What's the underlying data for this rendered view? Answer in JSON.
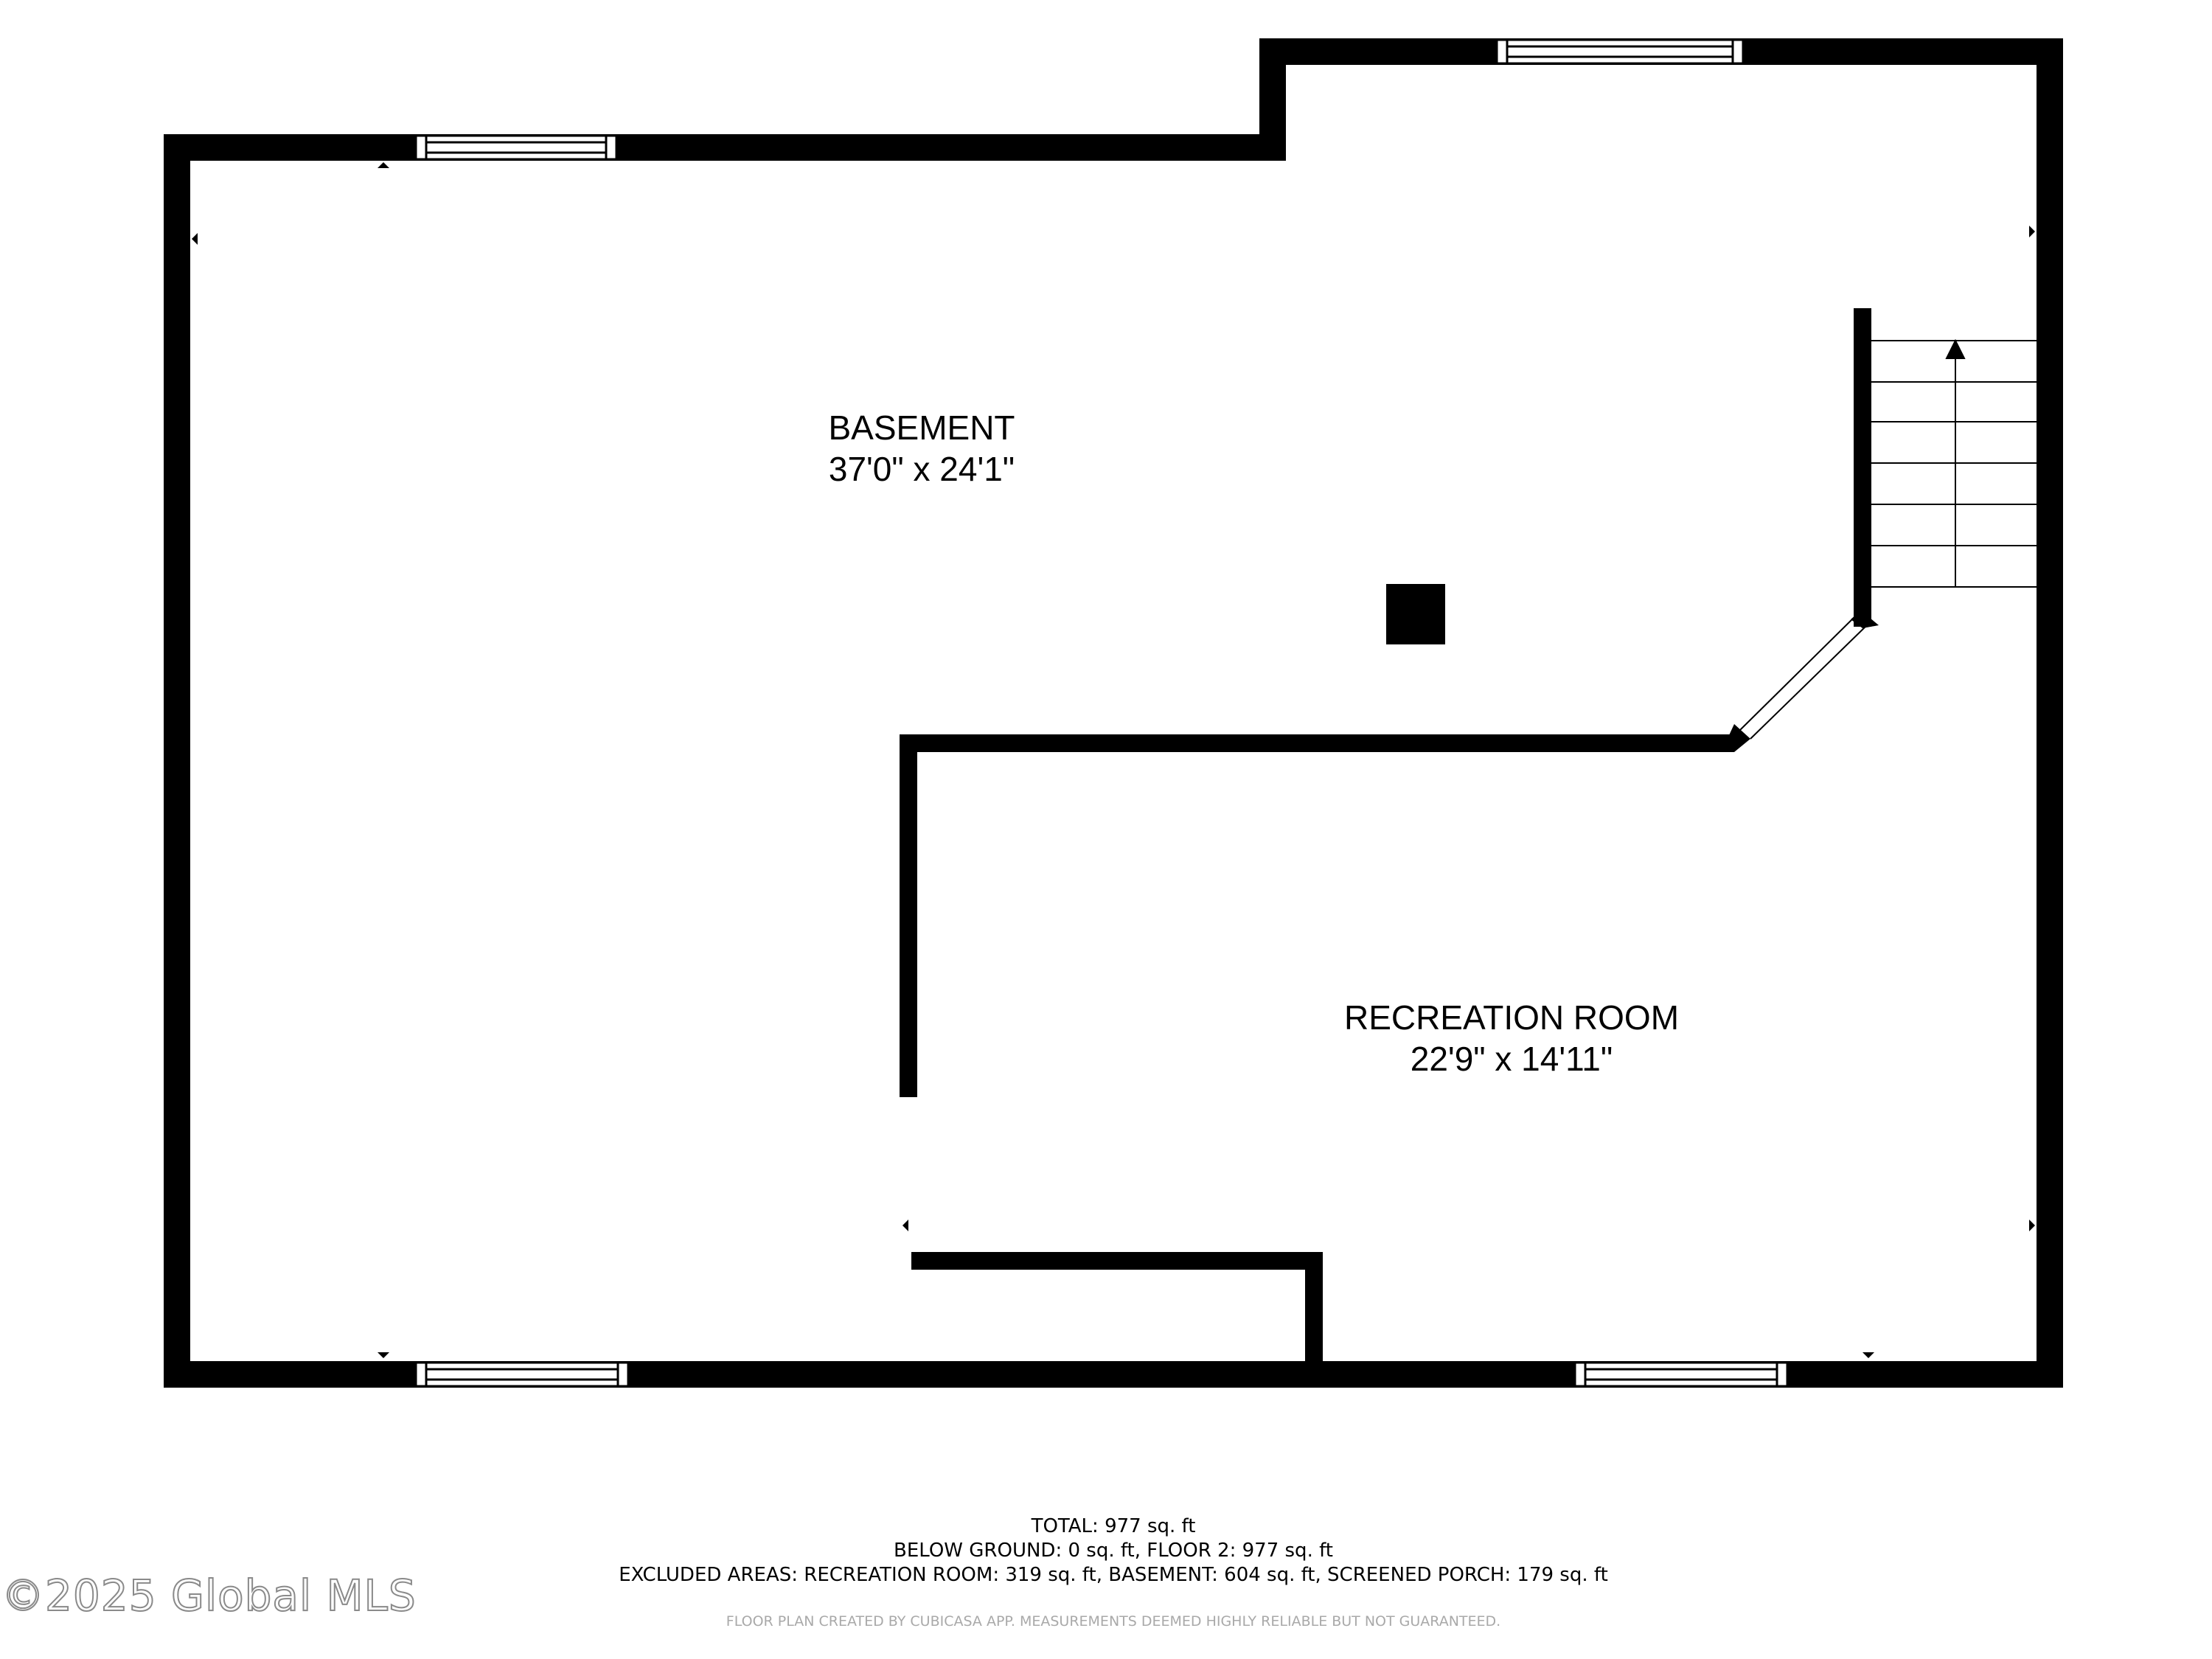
{
  "rooms": {
    "basement": {
      "name": "BASEMENT",
      "dimensions": "37'0\" x 24'1\""
    },
    "recreation_room": {
      "name": "RECREATION ROOM",
      "dimensions": "22'9\" x 14'11\""
    }
  },
  "summary": {
    "total": "TOTAL: 977 sq. ft",
    "below_ground": "BELOW GROUND: 0 sq. ft, FLOOR 2: 977 sq. ft",
    "excluded": "EXCLUDED AREAS: RECREATION ROOM: 319 sq. ft, BASEMENT: 604 sq. ft, SCREENED PORCH: 179 sq. ft"
  },
  "disclaimer": "FLOOR PLAN CREATED BY CUBICASA APP. MEASUREMENTS DEEMED HIGHLY RELIABLE BUT NOT GUARANTEED.",
  "watermark": "©2025 Global MLS",
  "colors": {
    "wall": "#000000",
    "background": "#ffffff",
    "disclaimer": "#a9a9a9"
  }
}
